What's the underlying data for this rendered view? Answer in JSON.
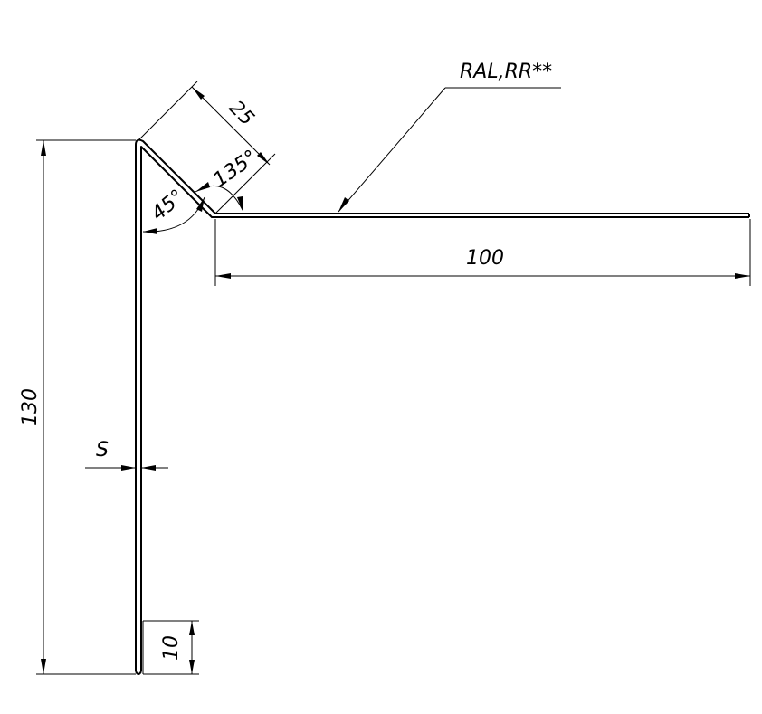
{
  "drawing": {
    "dimensions": {
      "height_total": "130",
      "hem": "10",
      "bend_leg": "25",
      "flange": "100",
      "thickness": "S",
      "angle_inner": "45°",
      "angle_outer": "135°"
    },
    "note": "RAL,RR**",
    "colors": {
      "line": "#000000",
      "background": "#ffffff"
    }
  }
}
